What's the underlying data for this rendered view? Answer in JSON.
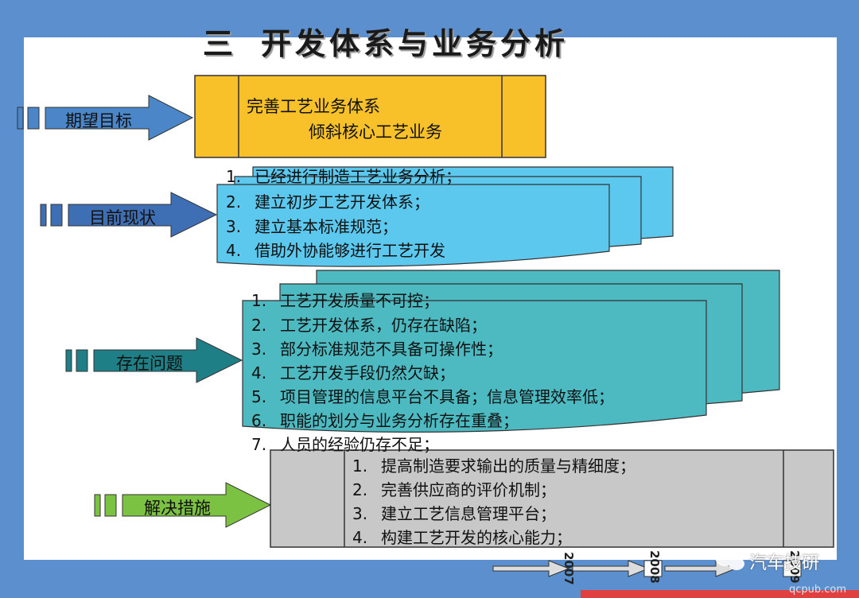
{
  "title": {
    "number": "三",
    "text": "开发体系与业务分析"
  },
  "sections": [
    {
      "label": "期望目标",
      "color": "#4a86c8"
    },
    {
      "label": "目前现状",
      "color": "#3e6fb5"
    },
    {
      "label": "存在问题",
      "color": "#1f7f86"
    },
    {
      "label": "解决措施",
      "color": "#7cc242"
    }
  ],
  "goal": {
    "line1": "完善工艺业务体系",
    "line2": "倾斜核心工艺业务",
    "color": "#f8c12a"
  },
  "current": {
    "color": "#5dc8ee",
    "items": [
      {
        "n": "1.",
        "text": "已经进行制造工艺业务分析；"
      },
      {
        "n": "2.",
        "text": "建立初步工艺开发体系；"
      },
      {
        "n": "3.",
        "text": "建立基本标准规范；"
      },
      {
        "n": "4.",
        "text": "借助外协能够进行工艺开发"
      }
    ]
  },
  "problems": {
    "color": "#4db9c1",
    "items": [
      {
        "n": "1.",
        "text": "工艺开发质量不可控；"
      },
      {
        "n": "2.",
        "text": "工艺开发体系，仍存在缺陷；"
      },
      {
        "n": "3.",
        "text": "部分标准规范不具备可操作性；"
      },
      {
        "n": "4.",
        "text": "工艺开发手段仍然欠缺；"
      },
      {
        "n": "5.",
        "text": "项目管理的信息平台不具备；信息管理效率低；"
      },
      {
        "n": "6.",
        "text": "职能的划分与业务分析存在重叠；"
      },
      {
        "n": "7.",
        "text": "人员的经验仍存不足；"
      }
    ]
  },
  "measures": {
    "color": "#c8c8c8",
    "items": [
      {
        "n": "1.",
        "text": "提高制造要求输出的质量与精细度；"
      },
      {
        "n": "2.",
        "text": "完善供应商的评价机制；"
      },
      {
        "n": "3.",
        "text": "建立工艺信息管理平台；"
      },
      {
        "n": "4.",
        "text": "构建工艺开发的核心能力；"
      }
    ]
  },
  "timeline": {
    "years": [
      "2007",
      "2008",
      "2009"
    ]
  },
  "watermark": {
    "brand": "汽车技研",
    "url": "qcpub.com"
  }
}
